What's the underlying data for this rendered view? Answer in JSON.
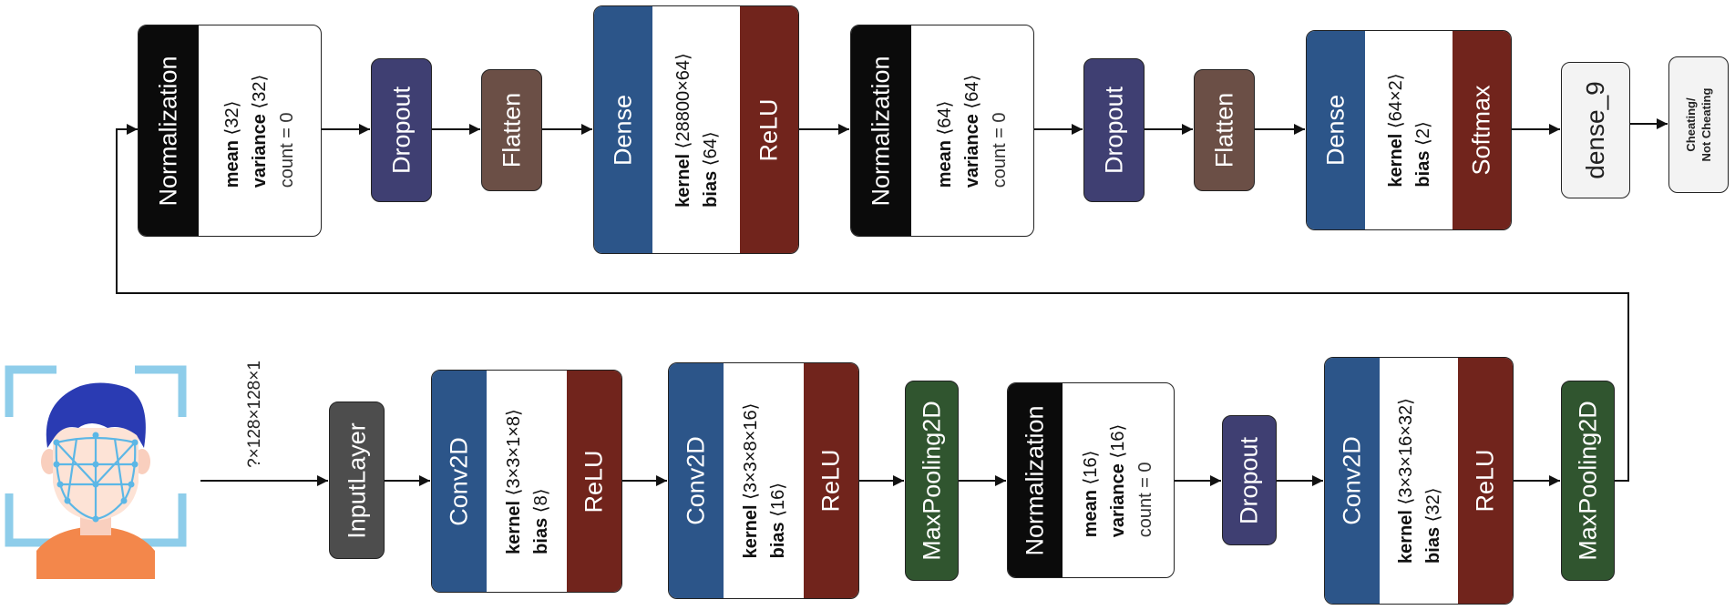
{
  "input_shape": "?×128×128×1",
  "colors": {
    "dense": "#2c5589",
    "relu": "#71241c",
    "norm_label": "#0b0b0b",
    "dropout": "#3f3f72",
    "flatten": "#6b4f46",
    "input": "#4d4d4d",
    "maxpool": "#30552f",
    "output": "#f3f3f3",
    "face_frame": "#8ecdea",
    "face_hair": "#2a3bb3",
    "face_skin": "#fde3d6",
    "face_shirt": "#f3874b"
  },
  "row1": {
    "norm1": {
      "label": "Normalization",
      "p1_key": "mean",
      "p1_val": "⟨32⟩",
      "p2_key": "variance",
      "p2_val": "⟨32⟩",
      "p3": "count = 0"
    },
    "drop1": {
      "label": "Dropout"
    },
    "flat1": {
      "label": "Flatten"
    },
    "dense1": {
      "label": "Dense",
      "p1_key": "kernel",
      "p1_val": "⟨28800×64⟩",
      "p2_key": "bias",
      "p2_val": "⟨64⟩",
      "act": "ReLU"
    },
    "norm2": {
      "label": "Normalization",
      "p1_key": "mean",
      "p1_val": "⟨64⟩",
      "p2_key": "variance",
      "p2_val": "⟨64⟩",
      "p3": "count = 0"
    },
    "drop2": {
      "label": "Dropout"
    },
    "flat2": {
      "label": "Flatten"
    },
    "dense2": {
      "label": "Dense",
      "p1_key": "kernel",
      "p1_val": "⟨64×2⟩",
      "p2_key": "bias",
      "p2_val": "⟨2⟩",
      "act": "Softmax"
    },
    "out": {
      "label": "dense_9"
    },
    "result": {
      "line1": "Cheating/",
      "line2": "Not Cheating"
    }
  },
  "row2": {
    "input": {
      "label": "InputLayer"
    },
    "conv1": {
      "label": "Conv2D",
      "p1_key": "kernel",
      "p1_val": "⟨3×3×1×8⟩",
      "p2_key": "bias",
      "p2_val": "⟨8⟩",
      "act": "ReLU"
    },
    "conv2": {
      "label": "Conv2D",
      "p1_key": "kernel",
      "p1_val": "⟨3×3×8×16⟩",
      "p2_key": "bias",
      "p2_val": "⟨16⟩",
      "act": "ReLU"
    },
    "pool1": {
      "label": "MaxPooling2D"
    },
    "norm3": {
      "label": "Normalization",
      "p1_key": "mean",
      "p1_val": "⟨16⟩",
      "p2_key": "variance",
      "p2_val": "⟨16⟩",
      "p3": "count = 0"
    },
    "drop3": {
      "label": "Dropout"
    },
    "conv3": {
      "label": "Conv2D",
      "p1_key": "kernel",
      "p1_val": "⟨3×3×16×32⟩",
      "p2_key": "bias",
      "p2_val": "⟨32⟩",
      "act": "ReLU"
    },
    "pool2": {
      "label": "MaxPooling2D"
    }
  }
}
